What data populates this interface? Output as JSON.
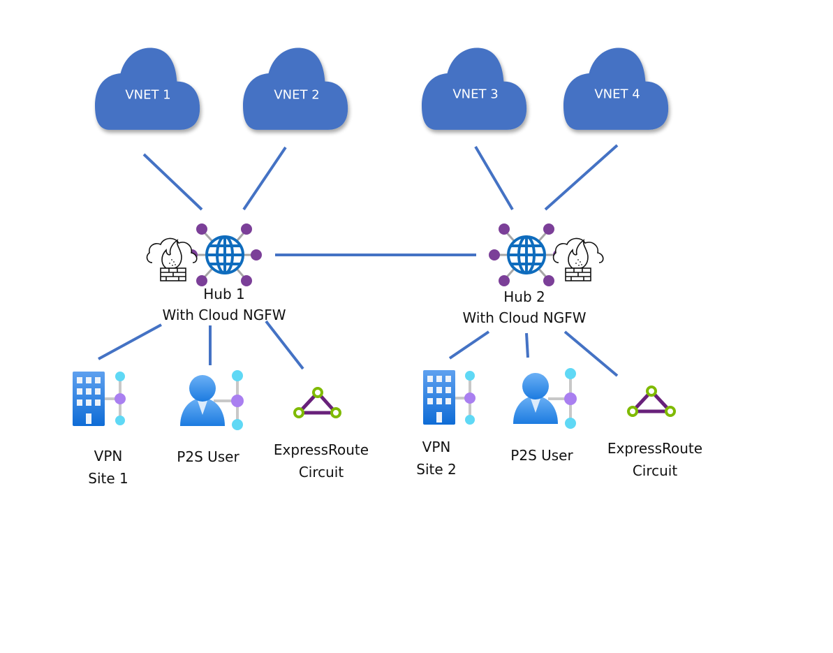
{
  "colors": {
    "cloud_fill": "#4472C4",
    "connector": "#4472C4",
    "hub_globe": "#0F6CBD",
    "hub_nodes": "#7B3F98",
    "hub_spokes": "#A6A6A6",
    "site_blue": "#2F83DA",
    "node_cyan": "#5FD8F5",
    "node_purple": "#A97FF0",
    "er_green": "#7FBA00",
    "er_purple": "#68217A"
  },
  "vnets": [
    {
      "id": "vnet1",
      "label": "VNET 1"
    },
    {
      "id": "vnet2",
      "label": "VNET 2"
    },
    {
      "id": "vnet3",
      "label": "VNET 3"
    },
    {
      "id": "vnet4",
      "label": "VNET 4"
    }
  ],
  "hubs": [
    {
      "id": "hub1",
      "title": "Hub 1",
      "subtitle": "With Cloud NGFW",
      "icon": "virtual-hub-icon",
      "firewall_icon": "cloud-firewall-icon"
    },
    {
      "id": "hub2",
      "title": "Hub 2",
      "subtitle": "With Cloud NGFW",
      "icon": "virtual-hub-icon",
      "firewall_icon": "cloud-firewall-icon"
    }
  ],
  "branches": [
    {
      "id": "vpn1",
      "line1": "VPN",
      "line2": "Site 1",
      "icon": "vpn-site-building-icon",
      "hub": "hub1"
    },
    {
      "id": "p2s1",
      "line1": "P2S User",
      "line2": "",
      "icon": "p2s-user-icon",
      "hub": "hub1"
    },
    {
      "id": "er1",
      "line1": "ExpressRoute",
      "line2": "Circuit",
      "icon": "expressroute-circuit-icon",
      "hub": "hub1"
    },
    {
      "id": "vpn2",
      "line1": "VPN",
      "line2": "Site 2",
      "icon": "vpn-site-building-icon",
      "hub": "hub2"
    },
    {
      "id": "p2s2",
      "line1": "P2S User",
      "line2": "",
      "icon": "p2s-user-icon",
      "hub": "hub2"
    },
    {
      "id": "er2",
      "line1": "ExpressRoute",
      "line2": "Circuit",
      "icon": "expressroute-circuit-icon",
      "hub": "hub2"
    }
  ],
  "connections": [
    {
      "from": "vnet1",
      "to": "hub1"
    },
    {
      "from": "vnet2",
      "to": "hub1"
    },
    {
      "from": "vnet3",
      "to": "hub2"
    },
    {
      "from": "vnet4",
      "to": "hub2"
    },
    {
      "from": "hub1",
      "to": "hub2"
    },
    {
      "from": "hub1",
      "to": "vpn1"
    },
    {
      "from": "hub1",
      "to": "p2s1"
    },
    {
      "from": "hub1",
      "to": "er1"
    },
    {
      "from": "hub2",
      "to": "vpn2"
    },
    {
      "from": "hub2",
      "to": "p2s2"
    },
    {
      "from": "hub2",
      "to": "er2"
    }
  ]
}
